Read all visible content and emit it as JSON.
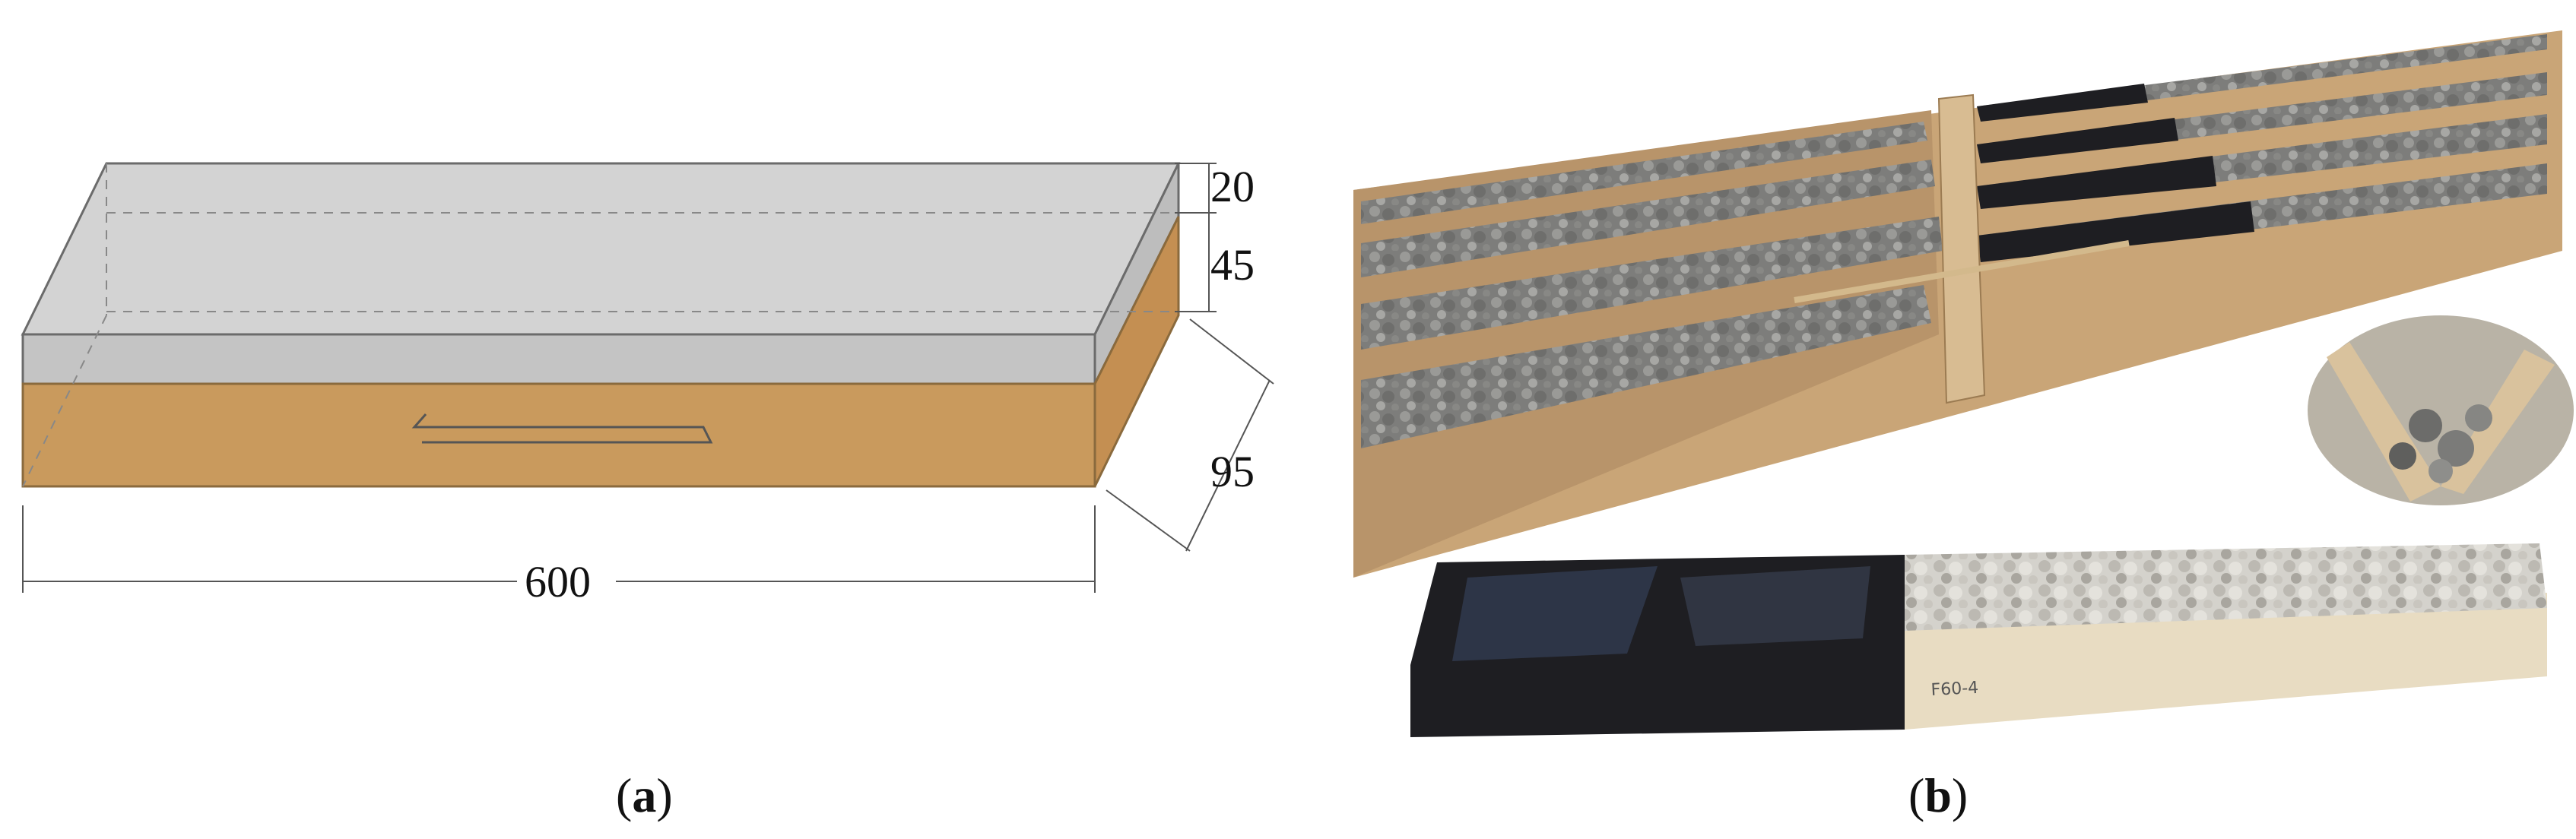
{
  "panel_a": {
    "dimensions": {
      "top_layer": "20",
      "middle_layer": "45",
      "depth": "95",
      "length": "600"
    },
    "caption": {
      "open": "(",
      "letter": "a",
      "close": ")"
    },
    "colors": {
      "top_box": "#c4c4c4",
      "bottom_box": "#c99a5d",
      "edge": "#6b6b6b"
    }
  },
  "panel_b": {
    "specimen_label": "F60-4",
    "caption": {
      "open": "(",
      "letter": "b",
      "close": ")"
    },
    "colors": {
      "wood": "#c9a577",
      "gravel": "#8a8a88",
      "membrane": "#1e1e22"
    }
  }
}
